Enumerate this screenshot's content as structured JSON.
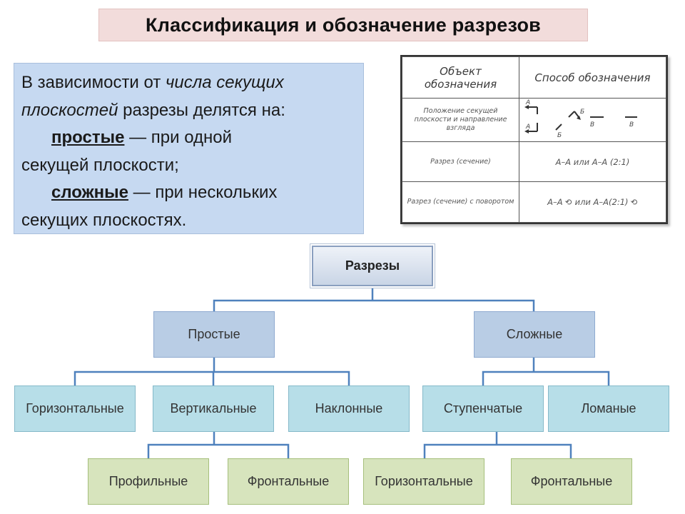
{
  "title": "Классификация и обозначение разрезов",
  "intro": {
    "l1a": "В зависимости от ",
    "l1b": "числа секущих",
    "l2a": "плоскостей",
    "l2b": " разрезы делятся на:",
    "simple_term": "простые",
    "simple_desc": " — при одной",
    "l4": "секущей плоскости;",
    "complex_term": "сложные",
    "complex_desc": " — при нескольких",
    "l6": "секущих плоскостях."
  },
  "designation_table": {
    "headers": [
      "Объект обозначения",
      "Способ обозначения"
    ],
    "rows": [
      {
        "object": "Положение секущей плоскости и направление взгляда",
        "method_labels": [
          "А",
          "А",
          "Б",
          "Б",
          "В",
          "В"
        ]
      },
      {
        "object": "Разрез (сечение)",
        "method": "А–А или А–А (2:1)"
      },
      {
        "object": "Разрез (сечение) с поворотом",
        "method": "А–А ⟲ или А–А(2:1) ⟲"
      }
    ]
  },
  "tree": {
    "root": "Разрезы",
    "simple": {
      "label": "Простые",
      "children": [
        {
          "label": "Горизонтальные"
        },
        {
          "label": "Вертикальные",
          "children": [
            "Профильные",
            "Фронтальные"
          ]
        },
        {
          "label": "Наклонные"
        }
      ]
    },
    "complex": {
      "label": "Сложные",
      "children": [
        {
          "label": "Ступенчатые",
          "children": [
            "Горизонтальные",
            "Фронтальные"
          ]
        },
        {
          "label": "Ломаные"
        }
      ]
    }
  },
  "colors": {
    "title_bg": "#f2dcdb",
    "intro_bg": "#c6d9f1",
    "level1_bg": "#b9cde5",
    "level2_bg": "#b7dee8",
    "level3_bg": "#d7e4bd",
    "connector": "#4f81bd"
  }
}
